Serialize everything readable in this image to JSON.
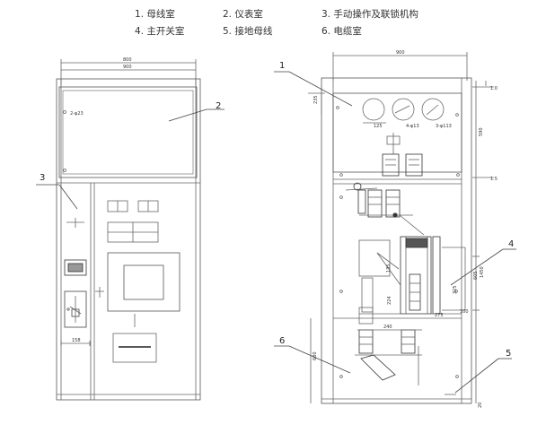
{
  "legend": [
    "1. 母线室",
    "2. 仪表室",
    "3. 手动操作及联锁机构",
    "4. 主开关室",
    "5. 接地母线",
    "6. 电缆室"
  ],
  "callouts": {
    "front": [
      "2",
      "3"
    ],
    "side": [
      "1",
      "4",
      "5",
      "6"
    ]
  },
  "dimensions": {
    "front": {
      "width_outer": "800",
      "width_inner": "900",
      "hole": "2-φ23",
      "panel_width": "158"
    },
    "side": {
      "width_top": "900",
      "h_235": "235",
      "v_590": "590",
      "v_1_0": "1.0",
      "v_1_5": "1.5",
      "hole_125": "125",
      "hole_4": "4-φ13",
      "hole_3": "3-φ113",
      "d_135": "135",
      "d_224": "224",
      "d_275": "275",
      "d_325": "325",
      "d_605": "605",
      "d_100": "100",
      "d_1450": "1450",
      "d_240": "240",
      "d_680": "680",
      "d_20": "20"
    }
  }
}
